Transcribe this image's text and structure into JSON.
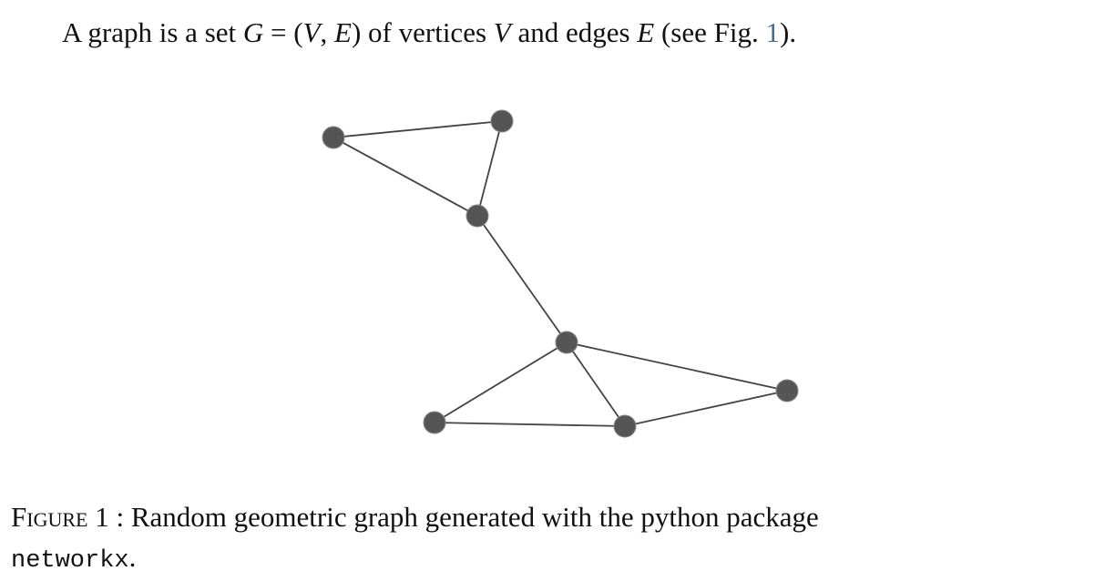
{
  "intro": {
    "part1": "A graph is a set ",
    "math_G": "G",
    "math_eq": " = (",
    "math_V": "V",
    "math_comma": ", ",
    "math_E": "E",
    "math_close": ")",
    "part2": " of vertices ",
    "V2": "V",
    "part3": " and edges ",
    "E2": "E",
    "part4": " (see Fig. ",
    "fig_ref": "1",
    "part5": ")."
  },
  "figure": {
    "node_color": "#555555",
    "edge_color": "#444444",
    "nodes": [
      "a",
      "b",
      "c",
      "d",
      "e",
      "f",
      "g"
    ],
    "edges": [
      [
        "a",
        "b"
      ],
      [
        "b",
        "c"
      ],
      [
        "a",
        "c"
      ],
      [
        "c",
        "d"
      ],
      [
        "d",
        "e"
      ],
      [
        "d",
        "f"
      ],
      [
        "d",
        "g"
      ],
      [
        "e",
        "f"
      ],
      [
        "f",
        "g"
      ]
    ]
  },
  "caption": {
    "label": "Figure 1",
    "sep": " : ",
    "text": "Random geometric graph generated with the python package",
    "package": "networkx",
    "end": "."
  }
}
